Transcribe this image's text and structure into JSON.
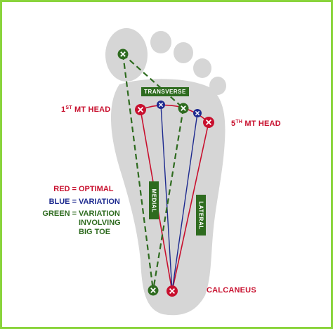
{
  "labels": {
    "first_mt_head": {
      "sup": "ST",
      "pre": "1",
      "post": " MT HEAD"
    },
    "fifth_mt_head": {
      "sup": "TH",
      "pre": "5",
      "post": " MT HEAD"
    },
    "calcaneus": "CALCANEUS",
    "transverse": "TRANSVERSE",
    "medial": "MEDIAL",
    "lateral": "LATERAL"
  },
  "legend": [
    {
      "key": "RED =",
      "value": "OPTIMAL",
      "color": "#c8102e"
    },
    {
      "key": "BLUE =",
      "value": "VARIATION",
      "color": "#1d2a8f"
    },
    {
      "key": "GREEN =",
      "value": "VARIATION",
      "color": "#2e6b1f"
    },
    {
      "key": "",
      "value": "INVOLVING",
      "color": "#2e6b1f"
    },
    {
      "key": "",
      "value": "BIG TOE",
      "color": "#2e6b1f"
    }
  ],
  "colors": {
    "red": "#c8102e",
    "blue": "#1d2a8f",
    "green": "#2e6b1f",
    "foot": "#d6d6d6",
    "border": "#8ad43c"
  },
  "icons": {
    "point_marker": "circle-x-icon"
  }
}
